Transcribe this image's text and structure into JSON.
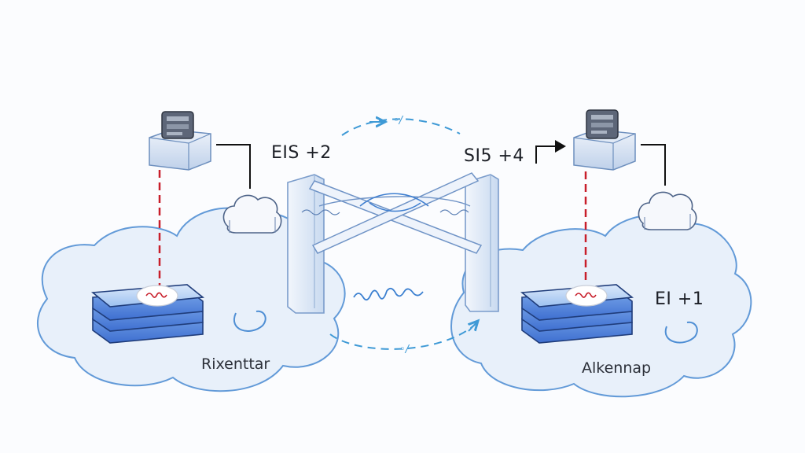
{
  "labels": {
    "left_link": "EIS +2",
    "right_link": "SI5 +4",
    "right_side": "EI +1",
    "left_site": "Rixenttar",
    "right_site": "Alkennap",
    "top_arc": "◦/",
    "bottom_arc": "◦/"
  },
  "colors": {
    "cloud_fill": "#e6eff9",
    "cloud_stroke": "#4e8ed4",
    "dashed_link": "#c81e2a",
    "arc": "#3f9ad6",
    "stack": "#3e6fd0"
  },
  "icons": [
    "server-icon",
    "cloud-icon",
    "storage-stack-icon",
    "bridge-icon",
    "signal-wave-icon"
  ]
}
